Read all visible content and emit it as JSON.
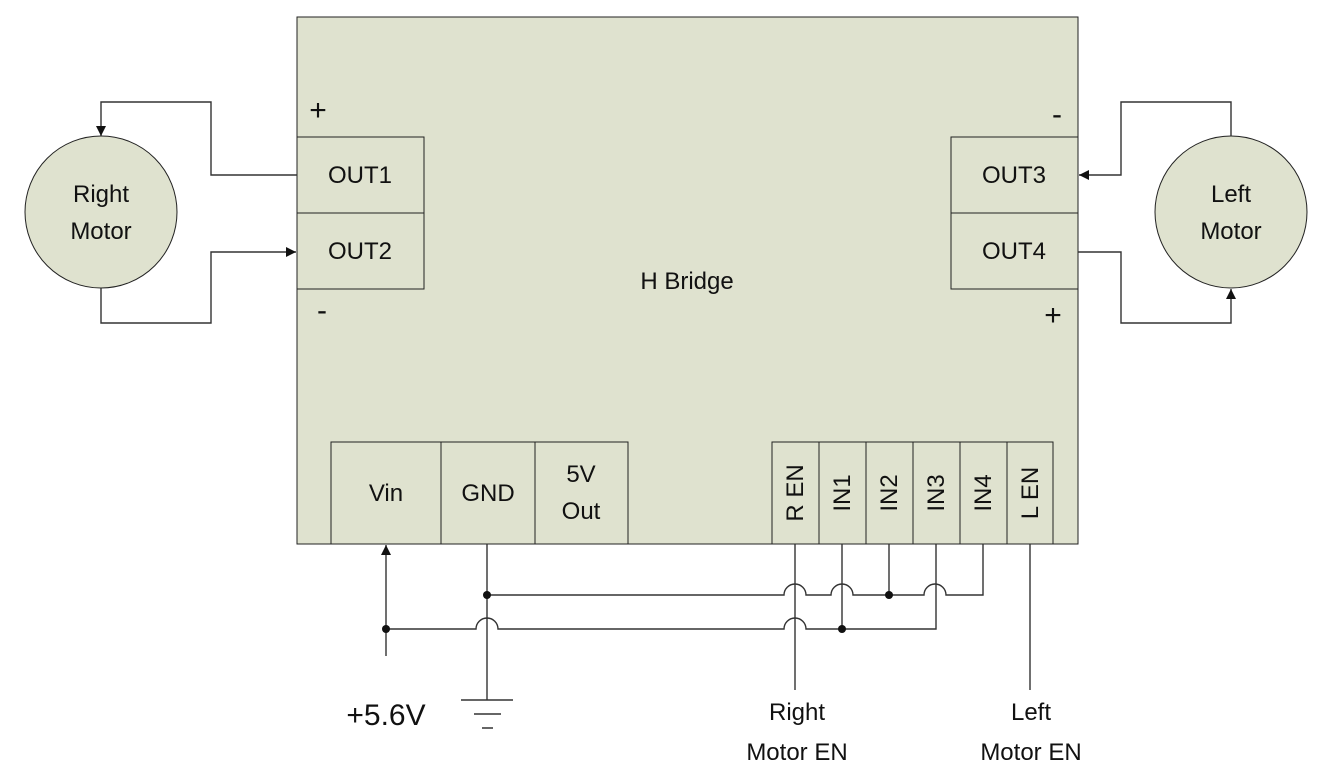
{
  "hbridge": {
    "title": "H Bridge"
  },
  "outputs": {
    "out1": "OUT1",
    "out2": "OUT2",
    "out3": "OUT3",
    "out4": "OUT4"
  },
  "polarity": {
    "left_top": "+",
    "left_bottom": "-",
    "right_top": "-",
    "right_bottom": "+"
  },
  "motors": {
    "right": {
      "line1": "Right",
      "line2": "Motor"
    },
    "left": {
      "line1": "Left",
      "line2": "Motor"
    }
  },
  "power_pins": {
    "vin": "Vin",
    "gnd": "GND",
    "out5v_line1": "5V",
    "out5v_line2": "Out"
  },
  "control_pins": {
    "ren": "R EN",
    "in1": "IN1",
    "in2": "IN2",
    "in3": "IN3",
    "in4": "IN4",
    "len": "L EN"
  },
  "labels": {
    "supply": "+5.6V",
    "right_en_line1": "Right",
    "right_en_line2": "Motor EN",
    "left_en_line1": "Left",
    "left_en_line2": "Motor EN"
  }
}
